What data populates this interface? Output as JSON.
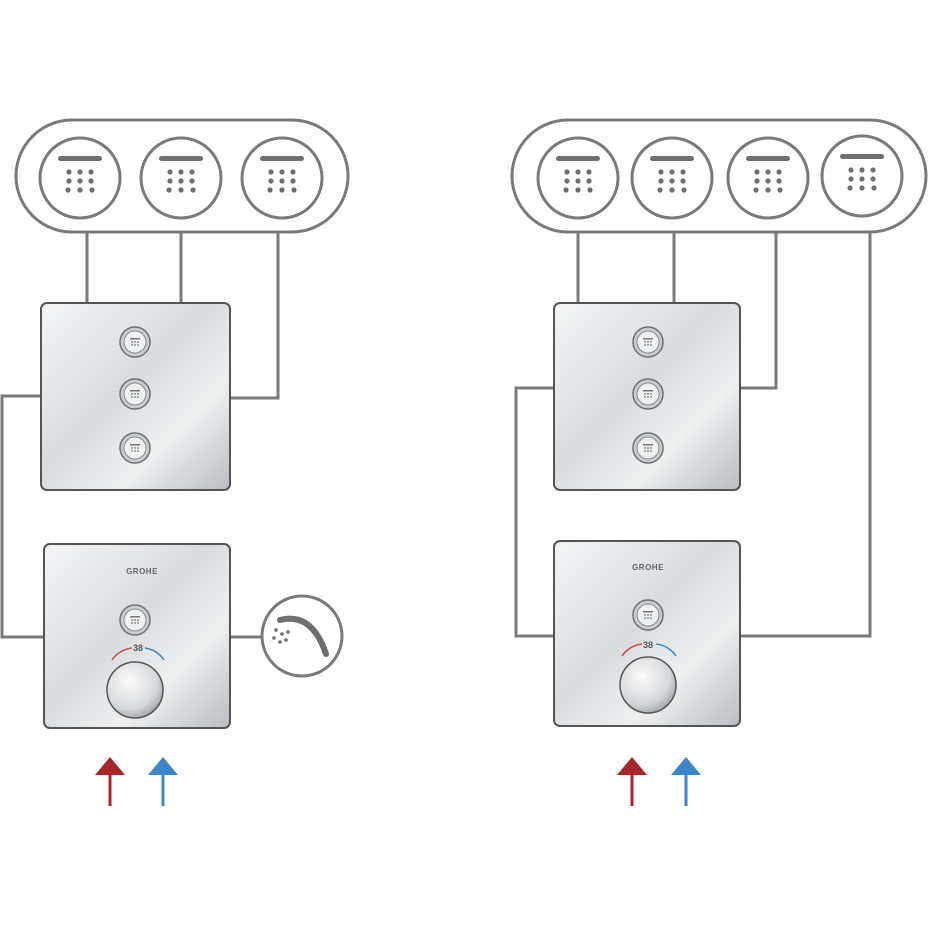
{
  "left_system": {
    "outlets": 3,
    "thermostat": {
      "brand": "GROHE",
      "temperature": "38"
    },
    "hand_shower": true
  },
  "right_system": {
    "outlets": 4,
    "thermostat": {
      "brand": "GROHE",
      "temperature": "38"
    }
  },
  "colors": {
    "hot": "#a8262a",
    "cold": "#3b86c8",
    "pipe": "#7a7a7a"
  }
}
